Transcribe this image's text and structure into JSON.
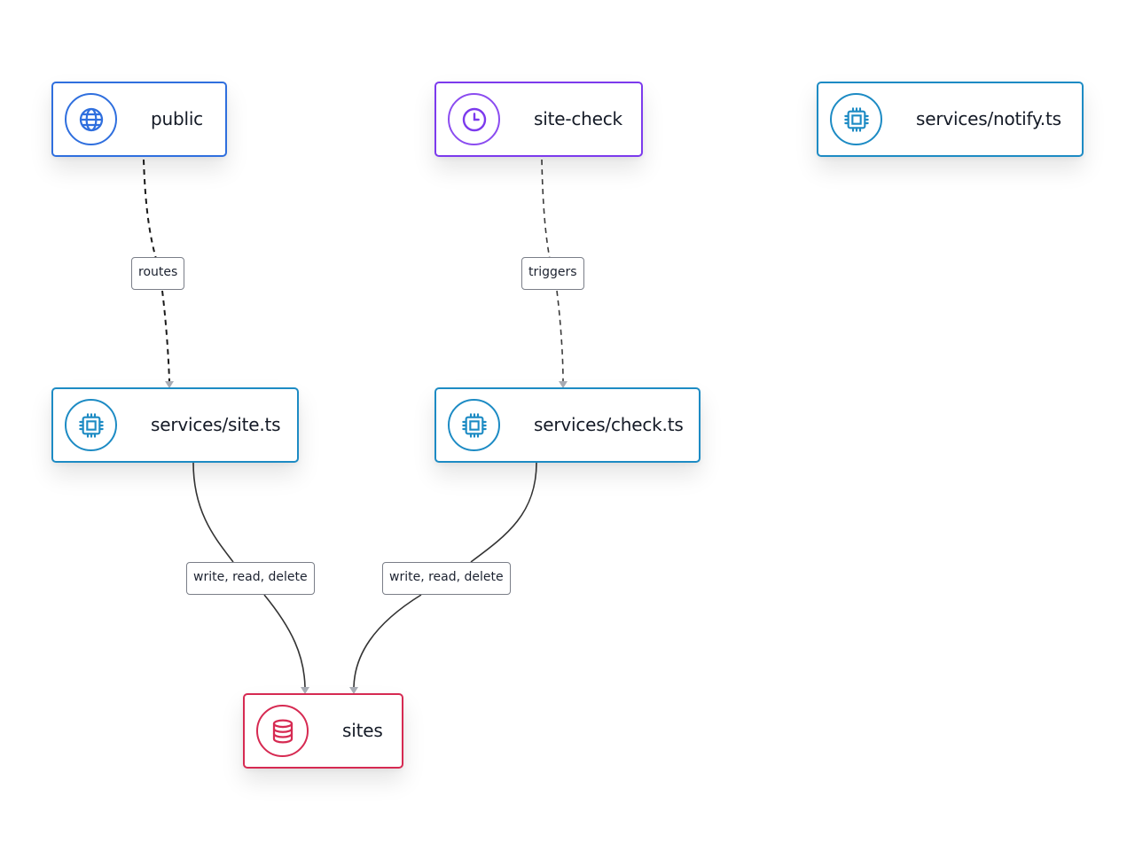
{
  "nodes": {
    "public": {
      "label": "public",
      "kind": "network",
      "icon": "globe-icon",
      "color": "#2f6fde"
    },
    "site_check": {
      "label": "site-check",
      "kind": "cron",
      "icon": "clock-icon",
      "color": "#7c3aed"
    },
    "notify": {
      "label": "services/notify.ts",
      "kind": "service",
      "icon": "chip-icon",
      "color": "#1d8bc4"
    },
    "site_service": {
      "label": "services/site.ts",
      "kind": "service",
      "icon": "chip-icon",
      "color": "#1d8bc4"
    },
    "check_service": {
      "label": "services/check.ts",
      "kind": "service",
      "icon": "chip-icon",
      "color": "#1d8bc4"
    },
    "sites_db": {
      "label": "sites",
      "kind": "database",
      "icon": "database-icon",
      "color": "#d62a52"
    }
  },
  "edges": [
    {
      "from": "public",
      "to": "services/site.ts",
      "label": "routes",
      "style": "dashed"
    },
    {
      "from": "site-check",
      "to": "services/check.ts",
      "label": "triggers",
      "style": "dashed"
    },
    {
      "from": "services/site.ts",
      "to": "sites",
      "label": "write, read, delete",
      "style": "solid"
    },
    {
      "from": "services/check.ts",
      "to": "sites",
      "label": "write, read, delete",
      "style": "solid"
    }
  ]
}
